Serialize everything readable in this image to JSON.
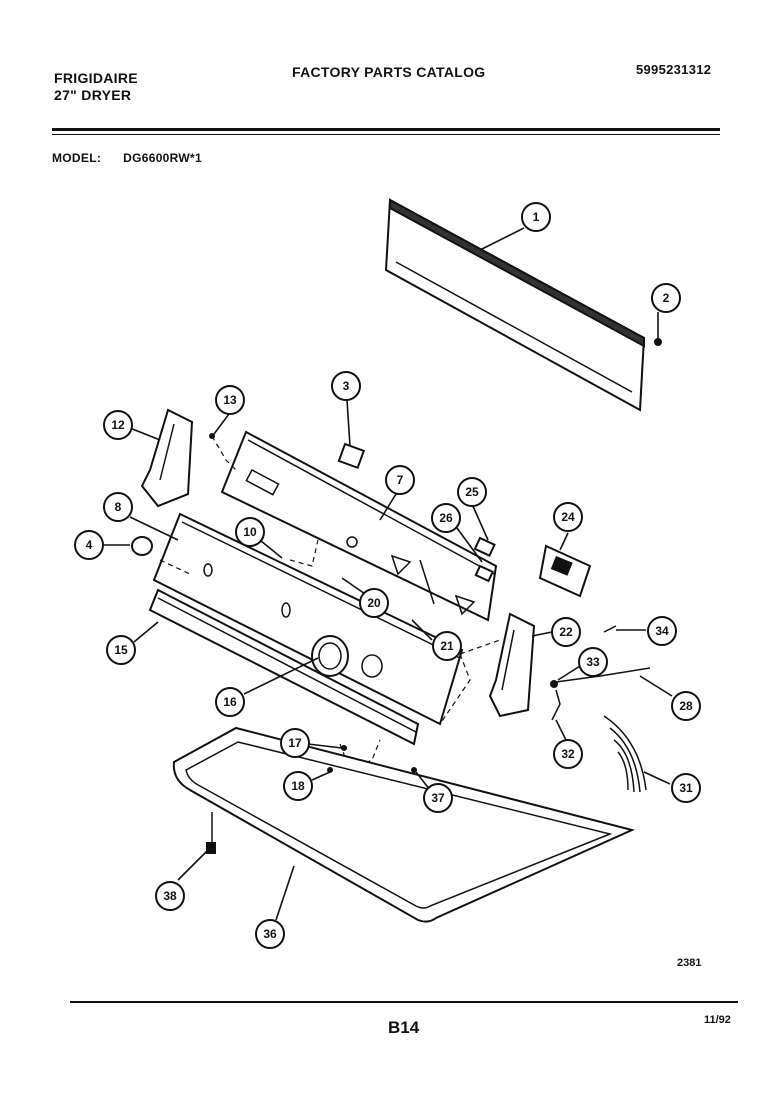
{
  "header": {
    "brand_line1": "FRIGIDAIRE",
    "brand_line2": "27\" DRYER",
    "catalog_title": "FACTORY PARTS CATALOG",
    "catalog_number": "5995231312"
  },
  "model": {
    "label": "MODEL:",
    "value": "DG6600RW*1"
  },
  "callouts": [
    "1",
    "2",
    "3",
    "4",
    "7",
    "8",
    "10",
    "12",
    "13",
    "15",
    "16",
    "17",
    "18",
    "20",
    "21",
    "22",
    "24",
    "25",
    "26",
    "28",
    "31",
    "32",
    "33",
    "34",
    "36",
    "37",
    "38"
  ],
  "footer": {
    "figure_number": "2381",
    "page": "B14",
    "date": "11/92"
  }
}
